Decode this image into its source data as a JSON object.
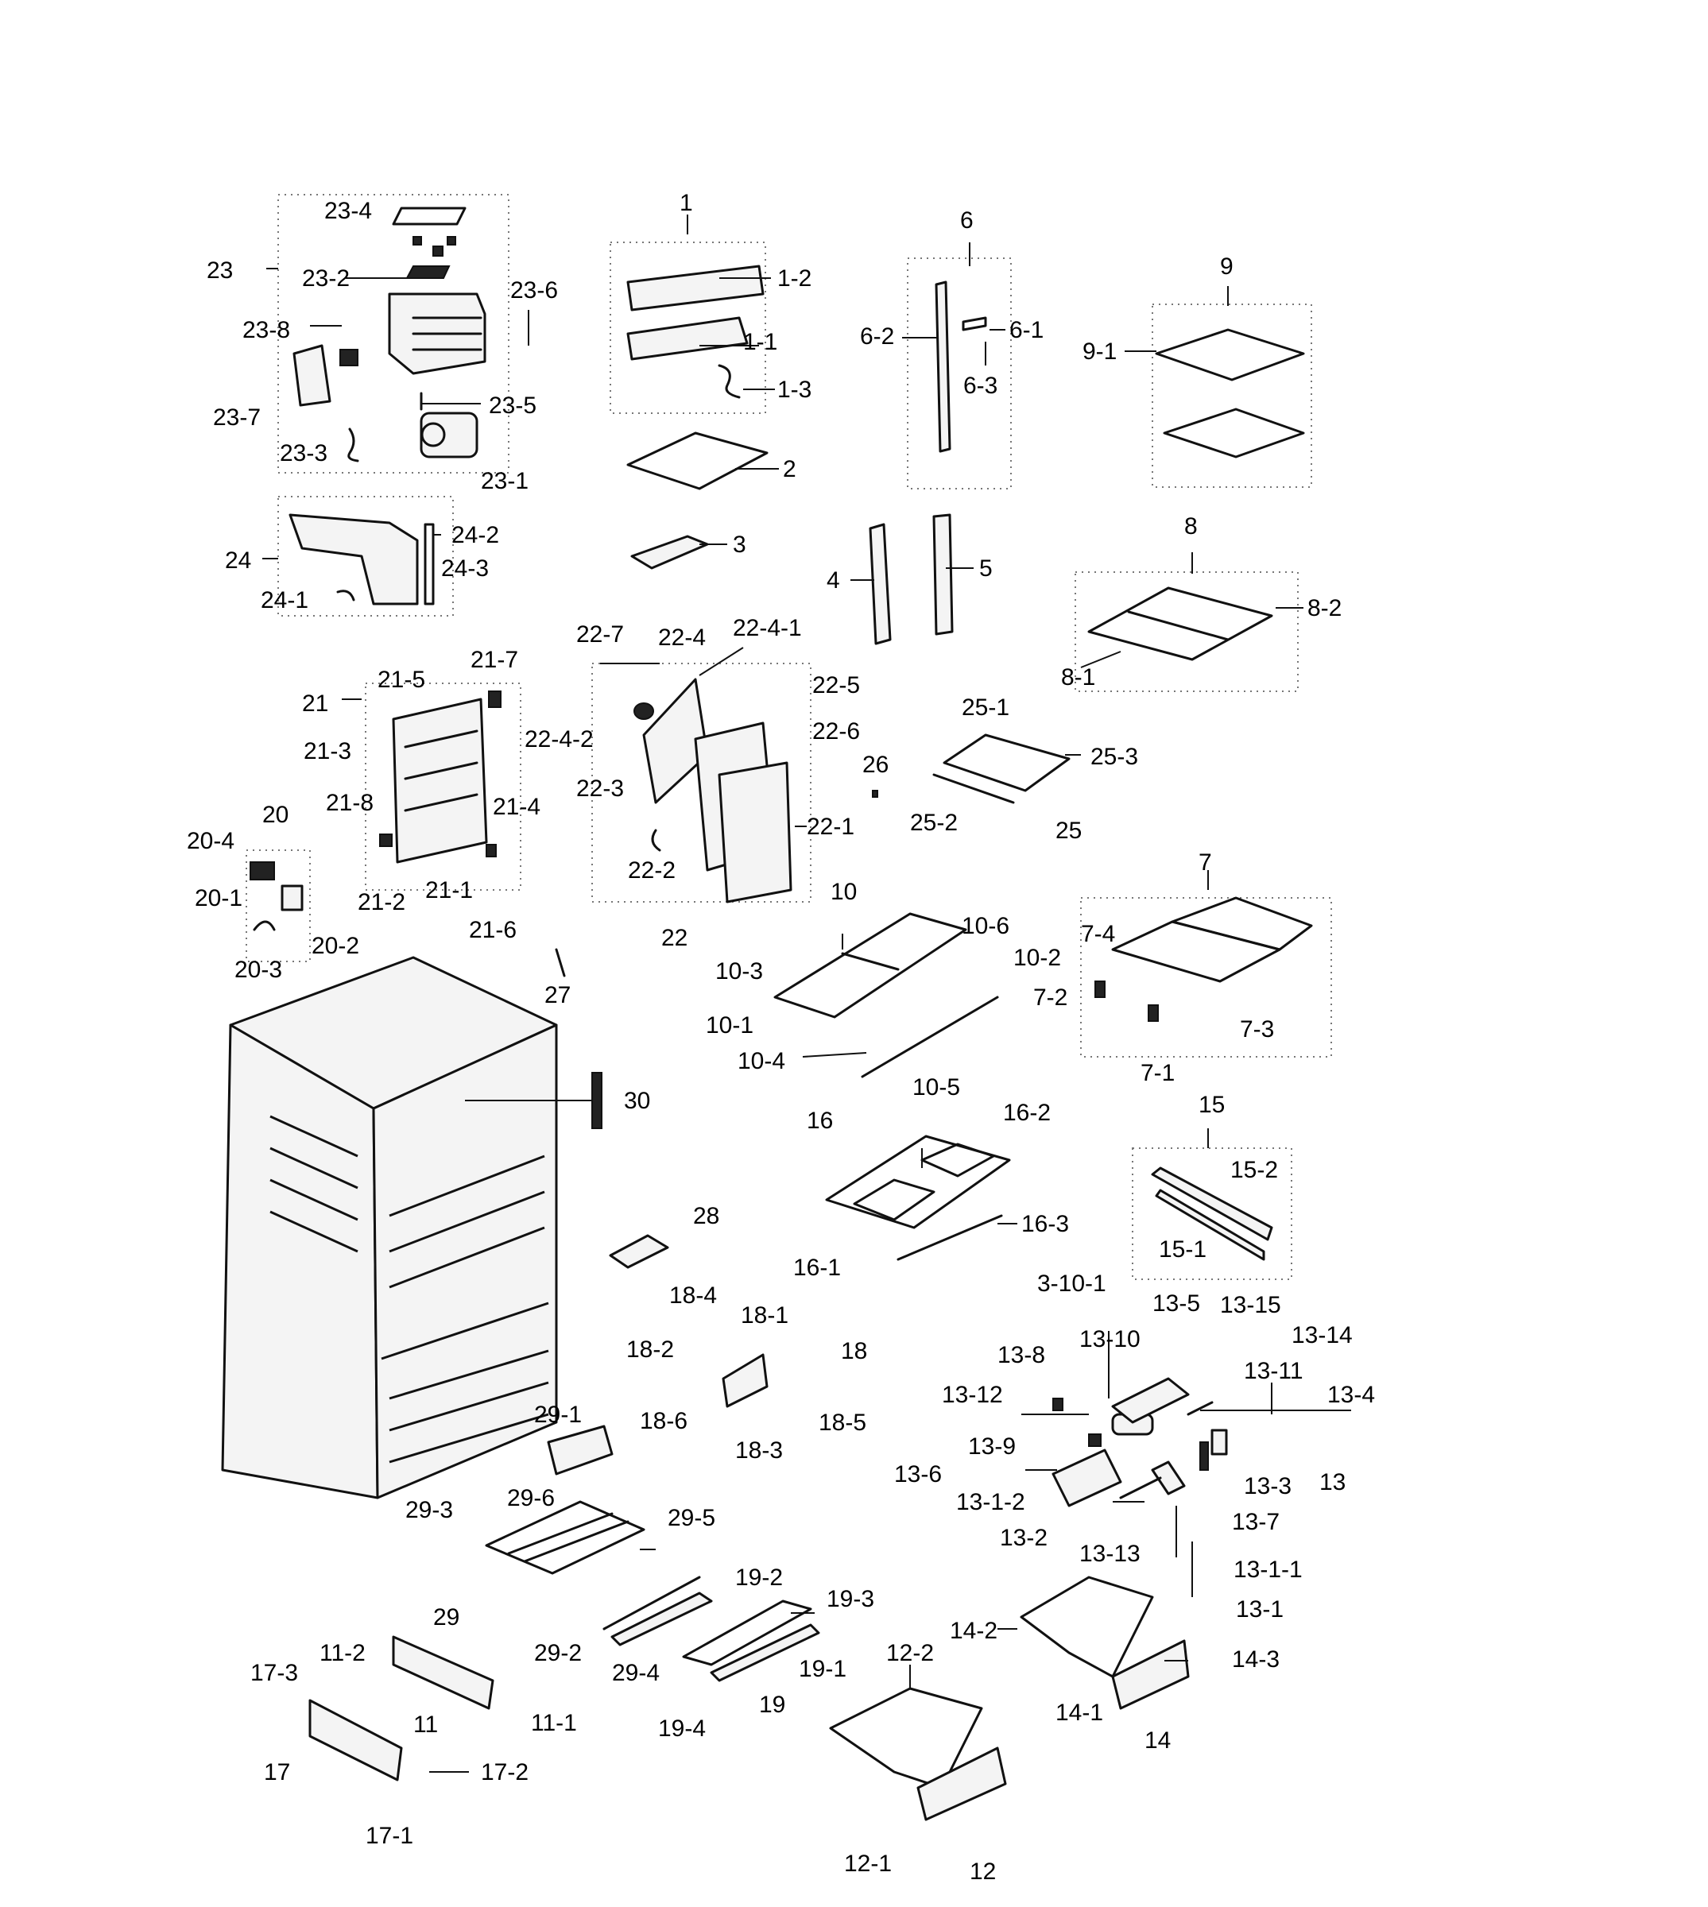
{
  "callouts": [
    {
      "id": "c1",
      "text": "1"
    },
    {
      "id": "c1_1",
      "text": "1-1"
    },
    {
      "id": "c1_2",
      "text": "1-2"
    },
    {
      "id": "c1_3",
      "text": "1-3"
    },
    {
      "id": "c2",
      "text": "2"
    },
    {
      "id": "c3",
      "text": "3"
    },
    {
      "id": "c4",
      "text": "4"
    },
    {
      "id": "c5",
      "text": "5"
    },
    {
      "id": "c6",
      "text": "6"
    },
    {
      "id": "c6_1",
      "text": "6-1"
    },
    {
      "id": "c6_2",
      "text": "6-2"
    },
    {
      "id": "c6_3",
      "text": "6-3"
    },
    {
      "id": "c7",
      "text": "7"
    },
    {
      "id": "c7_1",
      "text": "7-1"
    },
    {
      "id": "c7_2",
      "text": "7-2"
    },
    {
      "id": "c7_3",
      "text": "7-3"
    },
    {
      "id": "c7_4",
      "text": "7-4"
    },
    {
      "id": "c8",
      "text": "8"
    },
    {
      "id": "c8_1",
      "text": "8-1"
    },
    {
      "id": "c8_2",
      "text": "8-2"
    },
    {
      "id": "c9",
      "text": "9"
    },
    {
      "id": "c9_1",
      "text": "9-1"
    },
    {
      "id": "c10",
      "text": "10"
    },
    {
      "id": "c10_1",
      "text": "10-1"
    },
    {
      "id": "c10_2",
      "text": "10-2"
    },
    {
      "id": "c10_3",
      "text": "10-3"
    },
    {
      "id": "c10_4",
      "text": "10-4"
    },
    {
      "id": "c10_5",
      "text": "10-5"
    },
    {
      "id": "c10_6",
      "text": "10-6"
    },
    {
      "id": "c11",
      "text": "11"
    },
    {
      "id": "c11_1",
      "text": "11-1"
    },
    {
      "id": "c11_2",
      "text": "11-2"
    },
    {
      "id": "c12",
      "text": "12"
    },
    {
      "id": "c12_1",
      "text": "12-1"
    },
    {
      "id": "c12_2",
      "text": "12-2"
    },
    {
      "id": "c13",
      "text": "13"
    },
    {
      "id": "c13_1",
      "text": "13-1"
    },
    {
      "id": "c13_1_1",
      "text": "13-1-1"
    },
    {
      "id": "c13_1_2",
      "text": "13-1-2"
    },
    {
      "id": "c13_2",
      "text": "13-2"
    },
    {
      "id": "c13_3",
      "text": "13-3"
    },
    {
      "id": "c13_4",
      "text": "13-4"
    },
    {
      "id": "c13_5",
      "text": "13-5"
    },
    {
      "id": "c13_6",
      "text": "13-6"
    },
    {
      "id": "c13_7",
      "text": "13-7"
    },
    {
      "id": "c13_8",
      "text": "13-8"
    },
    {
      "id": "c13_9",
      "text": "13-9"
    },
    {
      "id": "c13_10",
      "text": "13-10"
    },
    {
      "id": "c13_11",
      "text": "13-11"
    },
    {
      "id": "c13_12",
      "text": "13-12"
    },
    {
      "id": "c13_13",
      "text": "13-13"
    },
    {
      "id": "c13_14",
      "text": "13-14"
    },
    {
      "id": "c13_15",
      "text": "13-15"
    },
    {
      "id": "c3_10_1",
      "text": "3-10-1"
    },
    {
      "id": "c14",
      "text": "14"
    },
    {
      "id": "c14_1",
      "text": "14-1"
    },
    {
      "id": "c14_2",
      "text": "14-2"
    },
    {
      "id": "c14_3",
      "text": "14-3"
    },
    {
      "id": "c15",
      "text": "15"
    },
    {
      "id": "c15_1",
      "text": "15-1"
    },
    {
      "id": "c15_2",
      "text": "15-2"
    },
    {
      "id": "c16",
      "text": "16"
    },
    {
      "id": "c16_1",
      "text": "16-1"
    },
    {
      "id": "c16_2",
      "text": "16-2"
    },
    {
      "id": "c16_3",
      "text": "16-3"
    },
    {
      "id": "c17",
      "text": "17"
    },
    {
      "id": "c17_1",
      "text": "17-1"
    },
    {
      "id": "c17_2",
      "text": "17-2"
    },
    {
      "id": "c17_3",
      "text": "17-3"
    },
    {
      "id": "c18",
      "text": "18"
    },
    {
      "id": "c18_1",
      "text": "18-1"
    },
    {
      "id": "c18_2",
      "text": "18-2"
    },
    {
      "id": "c18_3",
      "text": "18-3"
    },
    {
      "id": "c18_4",
      "text": "18-4"
    },
    {
      "id": "c18_5",
      "text": "18-5"
    },
    {
      "id": "c18_6",
      "text": "18-6"
    },
    {
      "id": "c19",
      "text": "19"
    },
    {
      "id": "c19_1",
      "text": "19-1"
    },
    {
      "id": "c19_2",
      "text": "19-2"
    },
    {
      "id": "c19_3",
      "text": "19-3"
    },
    {
      "id": "c19_4",
      "text": "19-4"
    },
    {
      "id": "c20",
      "text": "20"
    },
    {
      "id": "c20_1",
      "text": "20-1"
    },
    {
      "id": "c20_2",
      "text": "20-2"
    },
    {
      "id": "c20_3",
      "text": "20-3"
    },
    {
      "id": "c20_4",
      "text": "20-4"
    },
    {
      "id": "c21",
      "text": "21"
    },
    {
      "id": "c21_1",
      "text": "21-1"
    },
    {
      "id": "c21_2",
      "text": "21-2"
    },
    {
      "id": "c21_3",
      "text": "21-3"
    },
    {
      "id": "c21_4",
      "text": "21-4"
    },
    {
      "id": "c21_5",
      "text": "21-5"
    },
    {
      "id": "c21_6",
      "text": "21-6"
    },
    {
      "id": "c21_7",
      "text": "21-7"
    },
    {
      "id": "c21_8",
      "text": "21-8"
    },
    {
      "id": "c22",
      "text": "22"
    },
    {
      "id": "c22_1",
      "text": "22-1"
    },
    {
      "id": "c22_2",
      "text": "22-2"
    },
    {
      "id": "c22_3",
      "text": "22-3"
    },
    {
      "id": "c22_4",
      "text": "22-4"
    },
    {
      "id": "c22_4_1",
      "text": "22-4-1"
    },
    {
      "id": "c22_4_2",
      "text": "22-4-2"
    },
    {
      "id": "c22_5",
      "text": "22-5"
    },
    {
      "id": "c22_6",
      "text": "22-6"
    },
    {
      "id": "c22_7",
      "text": "22-7"
    },
    {
      "id": "c23",
      "text": "23"
    },
    {
      "id": "c23_1",
      "text": "23-1"
    },
    {
      "id": "c23_2",
      "text": "23-2"
    },
    {
      "id": "c23_3",
      "text": "23-3"
    },
    {
      "id": "c23_4",
      "text": "23-4"
    },
    {
      "id": "c23_5",
      "text": "23-5"
    },
    {
      "id": "c23_6",
      "text": "23-6"
    },
    {
      "id": "c23_7",
      "text": "23-7"
    },
    {
      "id": "c23_8",
      "text": "23-8"
    },
    {
      "id": "c24",
      "text": "24"
    },
    {
      "id": "c24_1",
      "text": "24-1"
    },
    {
      "id": "c24_2",
      "text": "24-2"
    },
    {
      "id": "c24_3",
      "text": "24-3"
    },
    {
      "id": "c25",
      "text": "25"
    },
    {
      "id": "c25_1",
      "text": "25-1"
    },
    {
      "id": "c25_2",
      "text": "25-2"
    },
    {
      "id": "c25_3",
      "text": "25-3"
    },
    {
      "id": "c26",
      "text": "26"
    },
    {
      "id": "c27",
      "text": "27"
    },
    {
      "id": "c28",
      "text": "28"
    },
    {
      "id": "c29",
      "text": "29"
    },
    {
      "id": "c29_1",
      "text": "29-1"
    },
    {
      "id": "c29_2",
      "text": "29-2"
    },
    {
      "id": "c29_3",
      "text": "29-3"
    },
    {
      "id": "c29_4",
      "text": "29-4"
    },
    {
      "id": "c29_5",
      "text": "29-5"
    },
    {
      "id": "c29_6",
      "text": "29-6"
    },
    {
      "id": "c30",
      "text": "30"
    }
  ]
}
